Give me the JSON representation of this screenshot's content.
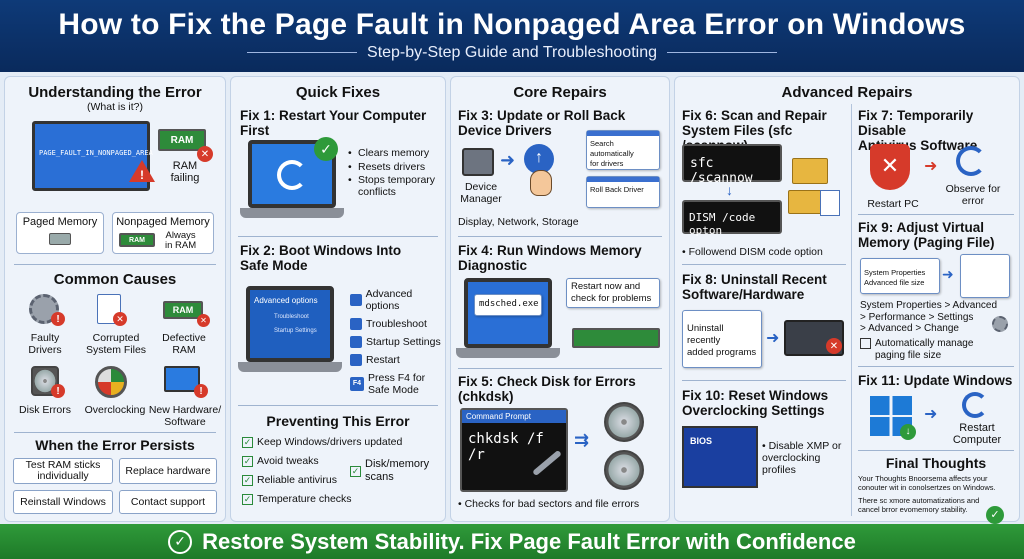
{
  "header": {
    "title": "How to Fix the Page Fault in Nonpaged Area Error on Windows",
    "subtitle": "Step-by-Step Guide and Troubleshooting"
  },
  "understanding": {
    "title": "Understanding the Error",
    "subtitle": "(What is it?)",
    "screen_text": "PAGE_FAULT_IN_NONPAGED_AREA",
    "ram_label": "RAM",
    "ram_failing": "RAM\nfailing",
    "paged": "Paged Memory",
    "nonpaged": "Nonpaged Memory",
    "ram_chip": "RAM",
    "always": "Always\nin RAM"
  },
  "causes": {
    "title": "Common Causes",
    "items": [
      "Faulty\nDrivers",
      "Corrupted\nSystem Files",
      "Defective\nRAM",
      "Disk Errors",
      "Overclocking",
      "New Hardware/\nSoftware"
    ],
    "ram_chip": "RAM"
  },
  "persists": {
    "title": "When the Error Persists",
    "buttons": [
      "Test RAM sticks\nindividually",
      "Replace hardware",
      "Reinstall Windows",
      "Contact support"
    ]
  },
  "quick": {
    "title": "Quick Fixes",
    "fix1": {
      "title": "Fix 1: Restart Your Computer First",
      "bullets": [
        "Clears memory",
        "Resets drivers",
        "Stops temporary\nconflicts"
      ]
    },
    "fix2": {
      "title": "Fix 2: Boot Windows Into\nSafe Mode",
      "screen": [
        "Advanced options",
        "Troubleshoot",
        "Startup Settings"
      ],
      "steps": [
        "Advanced options",
        "Troubleshoot",
        "Startup Settings",
        "Restart",
        "Press F4 for\nSafe Mode"
      ],
      "f4": "F4"
    }
  },
  "prevent": {
    "title": "Preventing This Error",
    "items": [
      "Keep Windows/drivers updated",
      "Avoid tweaks",
      "Reliable antivirus",
      "Temperature checks",
      "Disk/memory\nscans"
    ]
  },
  "core": {
    "title": "Core Repairs",
    "fix3": {
      "title": "Fix 3: Update or Roll Back\nDevice Drivers",
      "device": "Device\nManager",
      "update": "Search automatically\nfor drivers",
      "rollback": "Roll Back Driver",
      "caption": "Display, Network, Storage"
    },
    "fix4": {
      "title": "Fix 4: Run Windows Memory\nDiagnostic",
      "cmd": "mdsched.exe",
      "restart": "Restart now and\ncheck for problems"
    },
    "fix5": {
      "title": "Fix 5: Check Disk for Errors (chkdsk)",
      "cmd_title": "Command Prompt",
      "cmd": "chkdsk /f /r",
      "caption": "• Checks for bad sectors and file errors"
    }
  },
  "advanced": {
    "title": "Advanced Repairs",
    "fix6": {
      "title": "Fix 6: Scan and Repair\nSystem Files (sfc /scannow)",
      "cmd1": "sfc /scannow",
      "cmd2": "DISM /code opton",
      "caption": "• Followend DISM code option"
    },
    "fix7": {
      "title": "Fix 7: Temporarily Disable\nAntivirus Software",
      "restart": "Restart PC",
      "observe": "Observe for\nerror"
    },
    "fix8": {
      "title": "Fix 8: Uninstall Recent\nSoftware/Hardware",
      "win": "Uninstall recently\nadded programs"
    },
    "fix9": {
      "title": "Fix 9: Adjust Virtual\nMemory (Paging File)",
      "win": "System Properties\nAdvanced file size",
      "path": "System Properties > Advanced\n> Performance > Settings\n> Advanced > Change",
      "check": "Automatically manage\npaging file size"
    },
    "fix10": {
      "title": "Fix 10: Reset Windows\nOverclocking Settings",
      "bios": "BIOS",
      "caption": "• Disable XMP or\noverclocking\nprofiles"
    },
    "fix11": {
      "title": "Fix 11: Update Windows",
      "restart": "Restart\nComputer"
    },
    "final": {
      "title": "Final Thoughts",
      "p1": "Your Thoughts Bnoorsema affects your\nconouter wit in conolsertzes on Windows.",
      "p2": "There sc xmore automatizations and\ncancel brror evomemory stability."
    }
  },
  "footer": {
    "text": "Restore System Stability. Fix Page Fault Error with Confidence"
  },
  "colors": {
    "header": "#0e3a78",
    "footer": "#2f9a3a",
    "accent": "#2a7be0",
    "error": "#d63a2a"
  }
}
